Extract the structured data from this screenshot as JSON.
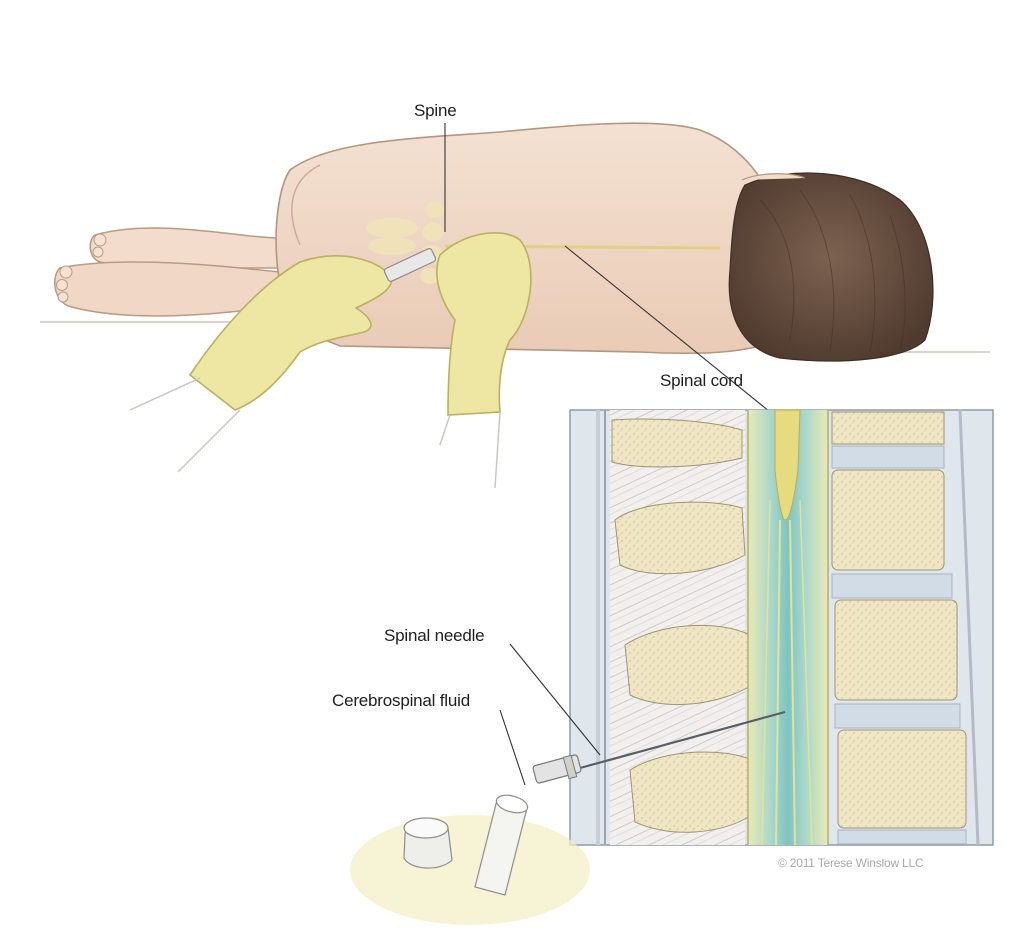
{
  "labels": {
    "spine": "Spine",
    "spinal_cord": "Spinal cord",
    "spinal_needle": "Spinal needle",
    "cerebrospinal_fluid": "Cerebrospinal fluid",
    "copyright": "© 2011 Terese Winslow LLC"
  },
  "colors": {
    "skin": "#f1d9c8",
    "skin_shadow": "#e3c2ac",
    "hair": "#6b5243",
    "glove": "#ede7a3",
    "glove_edge": "#b9b060",
    "bone": "#efe6c3",
    "bone_speckle": "#c9bf97",
    "disc": "#d2dce6",
    "csf": "#a9d8cf",
    "cord": "#e6db7f",
    "inset_border": "#8e9aa8"
  }
}
